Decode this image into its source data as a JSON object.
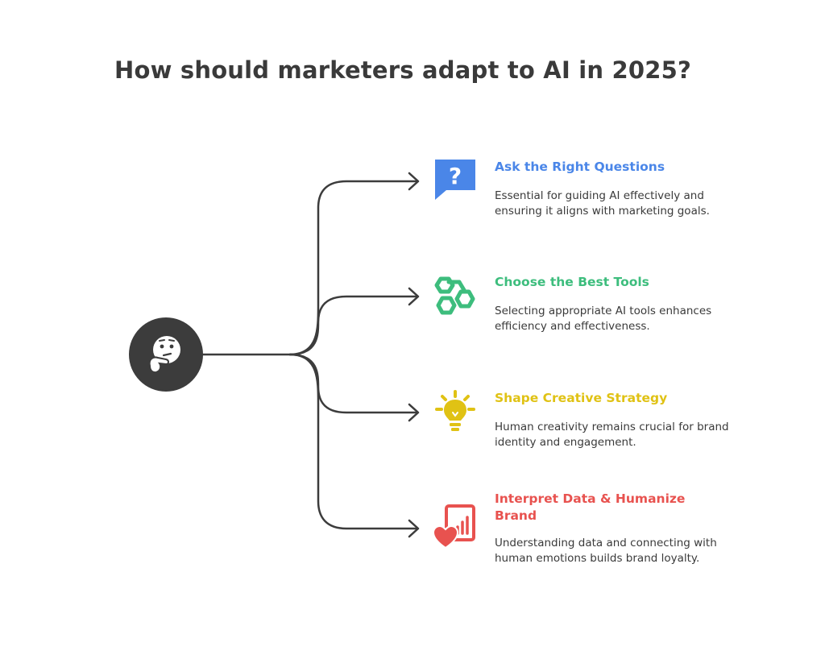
{
  "title": "How should marketers adapt to AI in 2025?",
  "hub": {
    "icon": "thinking-face-icon",
    "color": "#3c3c3c"
  },
  "branches": [
    {
      "title": "Ask the Right Questions",
      "description": "Essential for guiding AI effectively and ensuring it aligns with marketing goals.",
      "icon": "question-speech-bubble-icon",
      "color": "#4a86e8"
    },
    {
      "title": "Choose the Best Tools",
      "description": "Selecting appropriate AI tools enhances efficiency and effectiveness.",
      "icon": "hexagon-chain-icon",
      "color": "#3dbd7d"
    },
    {
      "title": "Shape Creative Strategy",
      "description": "Human creativity remains crucial for brand identity and engagement.",
      "icon": "lightbulb-icon",
      "color": "#e0c214"
    },
    {
      "title": "Interpret Data & Humanize Brand",
      "description": "Understanding data and connecting with human emotions builds brand loyalty.",
      "icon": "heart-report-icon",
      "color": "#e8524f"
    }
  ]
}
